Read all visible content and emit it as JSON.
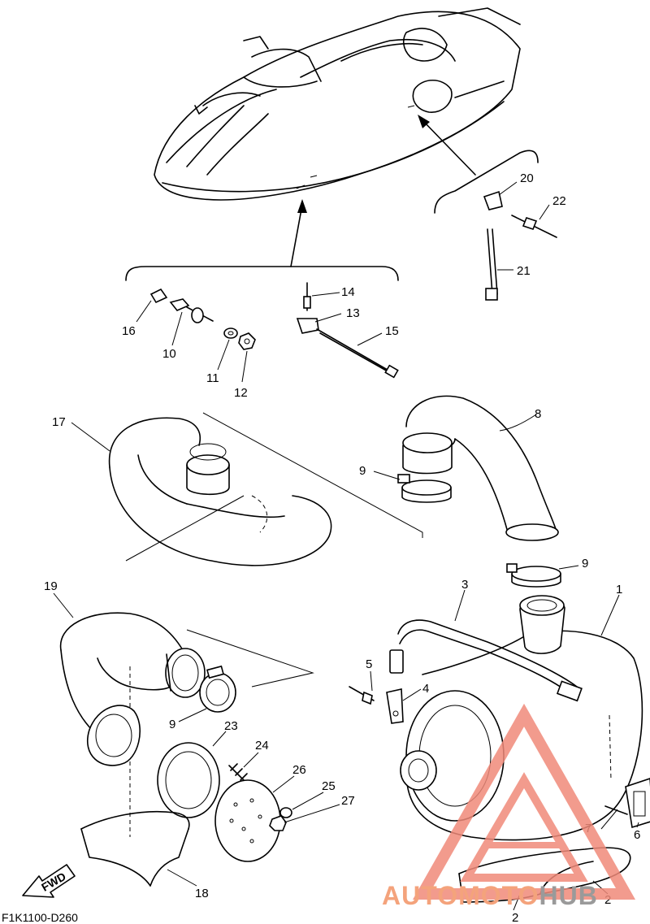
{
  "diagram": {
    "code": "F1K1100-D260",
    "fwd_label": "FWD",
    "watermark": {
      "part1": "AUTO",
      "part2": "MOTO",
      "part3": "HUB",
      "color_primary": "#f4a37c",
      "color_secondary": "#9a9a9a"
    },
    "part_numbers": {
      "p1": "1",
      "p2a": "2",
      "p2b": "2",
      "p3": "3",
      "p4": "4",
      "p5": "5",
      "p6": "6",
      "p7": "7",
      "p8": "8",
      "p9a": "9",
      "p9b": "9",
      "p9c": "9",
      "p10": "10",
      "p11": "11",
      "p12": "12",
      "p13": "13",
      "p14": "14",
      "p15": "15",
      "p16": "16",
      "p17": "17",
      "p18": "18",
      "p19": "19",
      "p20": "20",
      "p21": "21",
      "p22": "22",
      "p23": "23",
      "p24": "24",
      "p25": "25",
      "p26": "26",
      "p27": "27"
    }
  }
}
